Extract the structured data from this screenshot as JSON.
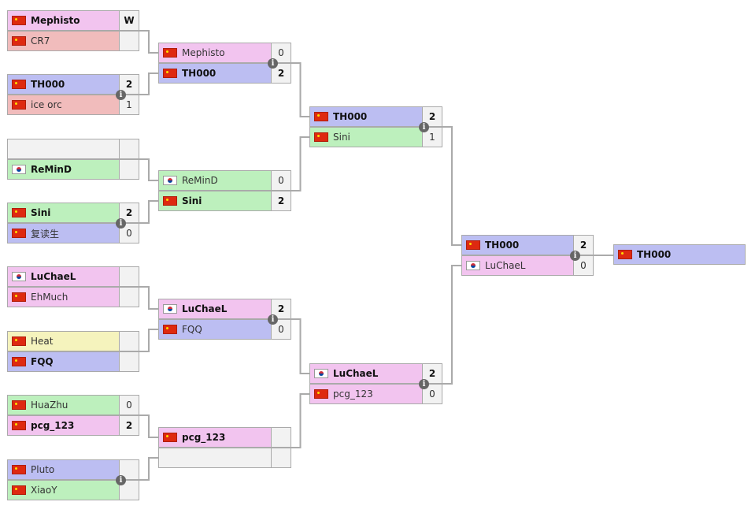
{
  "colors": {
    "pink": "#f2c4ef",
    "salmon": "#f1bcbc",
    "blue": "#bcbef2",
    "green": "#bdf0bd",
    "yellow": "#f5f3bd",
    "empty": "#f2f2f2",
    "connector": "#aaaaaa"
  },
  "round1": [
    {
      "p1": {
        "name": "Mephisto",
        "flag": "cn",
        "score": "W",
        "color": "pink",
        "win": true
      },
      "p2": {
        "name": "CR7",
        "flag": "cn",
        "score": "",
        "color": "salmon",
        "win": false
      },
      "info": false
    },
    {
      "p1": {
        "name": "TH000",
        "flag": "cn",
        "score": "2",
        "color": "blue",
        "win": true
      },
      "p2": {
        "name": "ice orc",
        "flag": "cn",
        "score": "1",
        "color": "salmon",
        "win": false
      },
      "info": true
    },
    {
      "p1": {
        "name": "",
        "flag": "",
        "score": "",
        "color": "empty",
        "win": false
      },
      "p2": {
        "name": "ReMinD",
        "flag": "kr",
        "score": "",
        "color": "green",
        "win": true
      },
      "info": false
    },
    {
      "p1": {
        "name": "Sini",
        "flag": "cn",
        "score": "2",
        "color": "green",
        "win": true
      },
      "p2": {
        "name": "复读生",
        "flag": "cn",
        "score": "0",
        "color": "blue",
        "win": false
      },
      "info": true
    },
    {
      "p1": {
        "name": "LuChaeL",
        "flag": "kr",
        "score": "",
        "color": "pink",
        "win": true
      },
      "p2": {
        "name": "EhMuch",
        "flag": "cn",
        "score": "",
        "color": "pink",
        "win": false
      },
      "info": false
    },
    {
      "p1": {
        "name": "Heat",
        "flag": "cn",
        "score": "",
        "color": "yellow",
        "win": false
      },
      "p2": {
        "name": "FQQ",
        "flag": "cn",
        "score": "",
        "color": "blue",
        "win": true
      },
      "info": false
    },
    {
      "p1": {
        "name": "HuaZhu",
        "flag": "cn",
        "score": "0",
        "color": "green",
        "win": false
      },
      "p2": {
        "name": "pcg_123",
        "flag": "cn",
        "score": "2",
        "color": "pink",
        "win": true
      },
      "info": false
    },
    {
      "p1": {
        "name": "Pluto",
        "flag": "cn",
        "score": "",
        "color": "blue",
        "win": false
      },
      "p2": {
        "name": "XiaoY",
        "flag": "cn",
        "score": "",
        "color": "green",
        "win": false
      },
      "info": true
    }
  ],
  "round2": [
    {
      "p1": {
        "name": "Mephisto",
        "flag": "cn",
        "score": "0",
        "color": "pink",
        "win": false
      },
      "p2": {
        "name": "TH000",
        "flag": "cn",
        "score": "2",
        "color": "blue",
        "win": true
      },
      "info": true
    },
    {
      "p1": {
        "name": "ReMinD",
        "flag": "kr",
        "score": "0",
        "color": "green",
        "win": false
      },
      "p2": {
        "name": "Sini",
        "flag": "cn",
        "score": "2",
        "color": "green",
        "win": true
      },
      "info": false
    },
    {
      "p1": {
        "name": "LuChaeL",
        "flag": "kr",
        "score": "2",
        "color": "pink",
        "win": true
      },
      "p2": {
        "name": "FQQ",
        "flag": "cn",
        "score": "0",
        "color": "blue",
        "win": false
      },
      "info": true
    },
    {
      "p1": {
        "name": "pcg_123",
        "flag": "cn",
        "score": "",
        "color": "pink",
        "win": true
      },
      "p2": {
        "name": "",
        "flag": "",
        "score": "",
        "color": "empty",
        "win": false
      },
      "info": false
    }
  ],
  "round3": [
    {
      "p1": {
        "name": "TH000",
        "flag": "cn",
        "score": "2",
        "color": "blue",
        "win": true
      },
      "p2": {
        "name": "Sini",
        "flag": "cn",
        "score": "1",
        "color": "green",
        "win": false
      },
      "info": true
    },
    {
      "p1": {
        "name": "LuChaeL",
        "flag": "kr",
        "score": "2",
        "color": "pink",
        "win": true
      },
      "p2": {
        "name": "pcg_123",
        "flag": "cn",
        "score": "0",
        "color": "pink",
        "win": false
      },
      "info": true
    }
  ],
  "round4": [
    {
      "p1": {
        "name": "TH000",
        "flag": "cn",
        "score": "2",
        "color": "blue",
        "win": true
      },
      "p2": {
        "name": "LuChaeL",
        "flag": "kr",
        "score": "0",
        "color": "pink",
        "win": false
      },
      "info": true
    }
  ],
  "champion": {
    "name": "TH000",
    "flag": "cn",
    "color": "blue"
  }
}
